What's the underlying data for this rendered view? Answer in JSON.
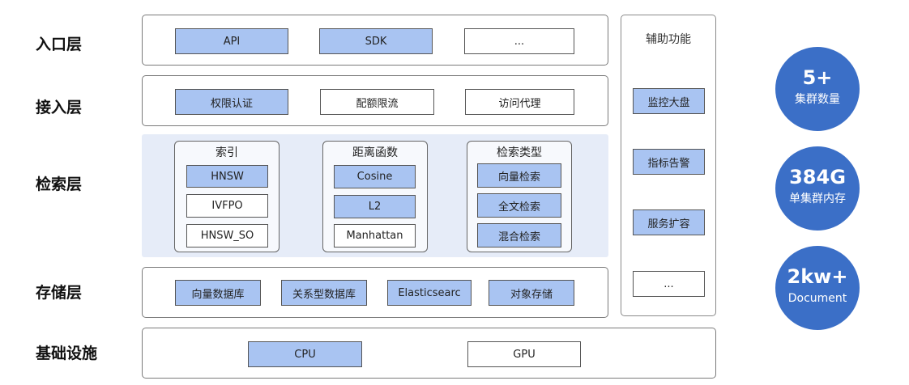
{
  "layers": {
    "entry": {
      "label": "入口层",
      "items": [
        {
          "text": "API",
          "style": "filled"
        },
        {
          "text": "SDK",
          "style": "filled"
        },
        {
          "text": "...",
          "style": "empty"
        }
      ]
    },
    "access": {
      "label": "接入层",
      "items": [
        {
          "text": "权限认证",
          "style": "filled"
        },
        {
          "text": "配额限流",
          "style": "empty"
        },
        {
          "text": "访问代理",
          "style": "empty"
        }
      ]
    },
    "search": {
      "label": "检索层",
      "groups": [
        {
          "title": "索引",
          "items": [
            {
              "text": "HNSW",
              "style": "filled"
            },
            {
              "text": "IVFPO",
              "style": "empty"
            },
            {
              "text": "HNSW_SO",
              "style": "empty"
            }
          ]
        },
        {
          "title": "距离函数",
          "items": [
            {
              "text": "Cosine",
              "style": "filled"
            },
            {
              "text": "L2",
              "style": "filled"
            },
            {
              "text": "Manhattan",
              "style": "empty"
            }
          ]
        },
        {
          "title": "检索类型",
          "items": [
            {
              "text": "向量检索",
              "style": "filled"
            },
            {
              "text": "全文检索",
              "style": "filled"
            },
            {
              "text": "混合检索",
              "style": "filled"
            }
          ]
        }
      ]
    },
    "storage": {
      "label": "存储层",
      "items": [
        {
          "text": "向量数据库",
          "style": "filled"
        },
        {
          "text": "关系型数据库",
          "style": "filled"
        },
        {
          "text": "Elasticsearc",
          "style": "filled"
        },
        {
          "text": "对象存储",
          "style": "filled"
        }
      ]
    },
    "infra": {
      "label": "基础设施",
      "items": [
        {
          "text": "CPU",
          "style": "filled"
        },
        {
          "text": "GPU",
          "style": "empty"
        }
      ]
    }
  },
  "auxiliary": {
    "title": "辅助功能",
    "items": [
      {
        "text": "监控大盘",
        "style": "filled"
      },
      {
        "text": "指标告警",
        "style": "filled"
      },
      {
        "text": "服务扩容",
        "style": "filled"
      },
      {
        "text": "...",
        "style": "empty"
      }
    ]
  },
  "stats": [
    {
      "value": "5+",
      "label": "集群数量"
    },
    {
      "value": "384G",
      "label": "单集群内存"
    },
    {
      "value": "2kw+",
      "label": "Document"
    }
  ],
  "colors": {
    "item_fill": "#a9c4f2",
    "search_layer_bg": "#e6ecf8",
    "stat_circle": "#3b6fc7"
  }
}
